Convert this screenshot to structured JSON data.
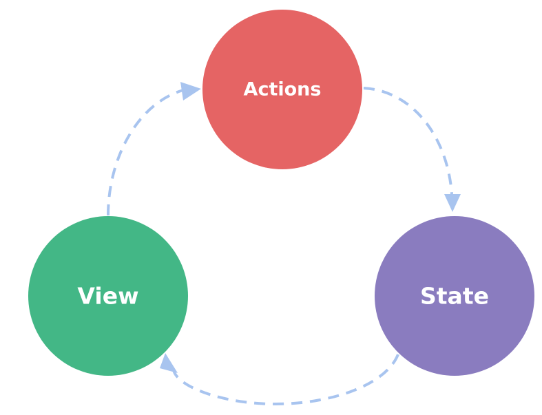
{
  "diagram": {
    "nodes": {
      "actions": {
        "label": "Actions",
        "color": "#e56464"
      },
      "state": {
        "label": "State",
        "color": "#8a7cbf"
      },
      "view": {
        "label": "View",
        "color": "#43b786"
      }
    },
    "arrow_color": "#a8c4ef",
    "edges": [
      {
        "from": "actions",
        "to": "state"
      },
      {
        "from": "state",
        "to": "view"
      },
      {
        "from": "view",
        "to": "actions"
      }
    ]
  }
}
